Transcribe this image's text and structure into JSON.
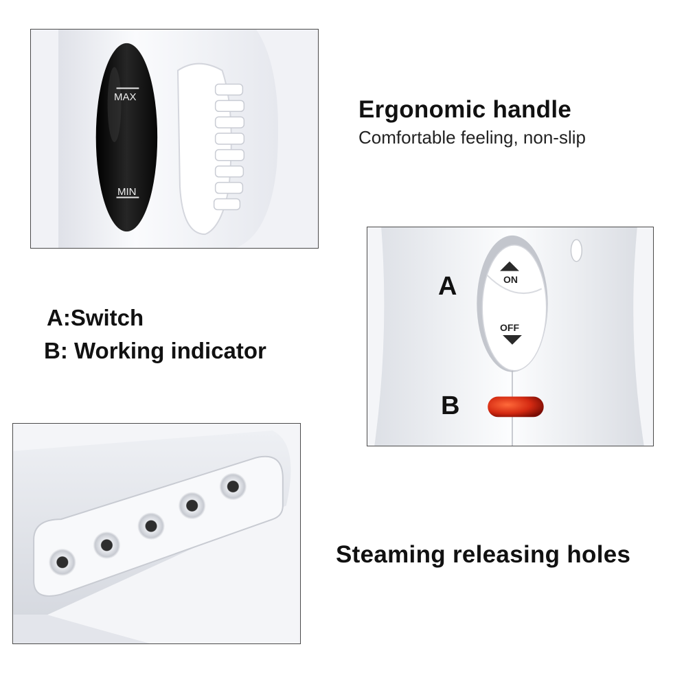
{
  "handle": {
    "title": "Ergonomic handle",
    "subtitle": "Comfortable feeling, non-slip",
    "gauge_max": "MAX",
    "gauge_min": "MIN"
  },
  "legend": {
    "line_a": "A:Switch",
    "line_b": "B: Working indicator"
  },
  "switch_panel": {
    "tag_a": "A",
    "tag_b": "B",
    "btn_on": "ON",
    "btn_off": "OFF",
    "indicator_color": "#d42a12"
  },
  "nozzle": {
    "caption": "Steaming releasing holes"
  }
}
